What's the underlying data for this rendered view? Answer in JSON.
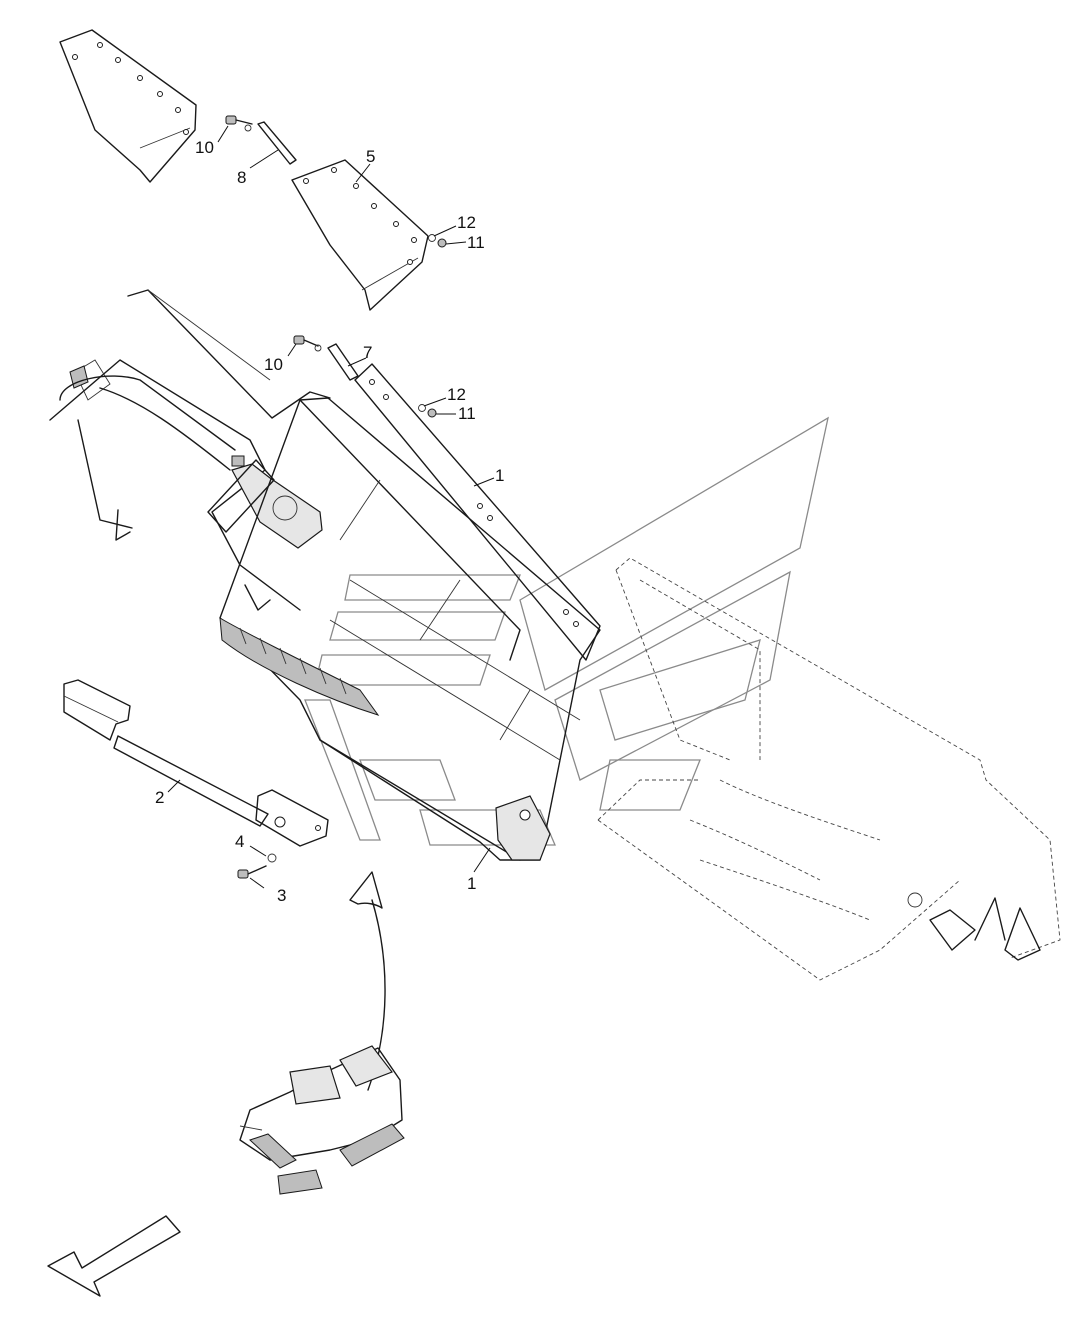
{
  "callouts": [
    {
      "id": "c10a",
      "label": "10"
    },
    {
      "id": "c8",
      "label": "8"
    },
    {
      "id": "c5",
      "label": "5"
    },
    {
      "id": "c12a",
      "label": "12"
    },
    {
      "id": "c11a",
      "label": "11"
    },
    {
      "id": "c10b",
      "label": "10"
    },
    {
      "id": "c7",
      "label": "7"
    },
    {
      "id": "c12b",
      "label": "12"
    },
    {
      "id": "c11b",
      "label": "11"
    },
    {
      "id": "c1a",
      "label": "1"
    },
    {
      "id": "c2",
      "label": "2"
    },
    {
      "id": "c4",
      "label": "4"
    },
    {
      "id": "c3",
      "label": "3"
    },
    {
      "id": "c1b",
      "label": "1"
    }
  ],
  "colors": {
    "line": "#1a1a1a",
    "watermark": "#8a8a8a",
    "background": "#ffffff"
  }
}
